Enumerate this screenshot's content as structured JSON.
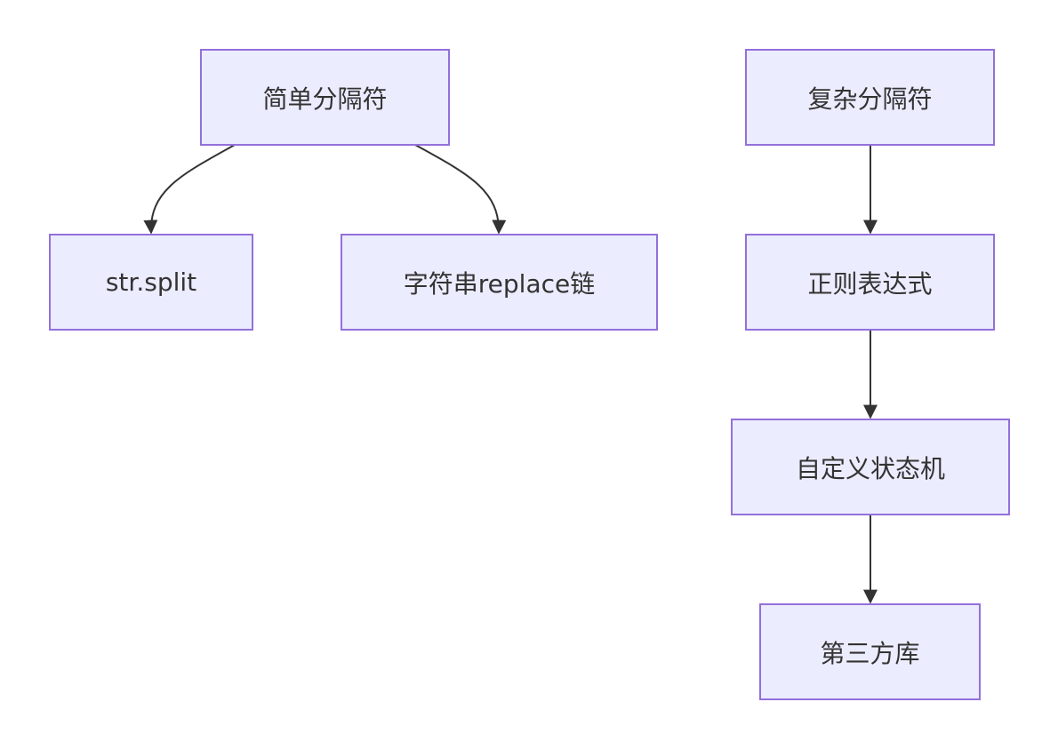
{
  "nodes": {
    "simple": "简单分隔符",
    "strsplit": "str.split",
    "replace": "字符串replace链",
    "complex": "复杂分隔符",
    "regex": "正则表达式",
    "statemachine": "自定义状态机",
    "thirdparty": "第三方库"
  },
  "edges": [
    [
      "simple",
      "strsplit"
    ],
    [
      "simple",
      "replace"
    ],
    [
      "complex",
      "regex"
    ],
    [
      "regex",
      "statemachine"
    ],
    [
      "statemachine",
      "thirdparty"
    ]
  ],
  "colors": {
    "node_fill": "#ececff",
    "node_border": "#9370db",
    "edge": "#333333"
  }
}
